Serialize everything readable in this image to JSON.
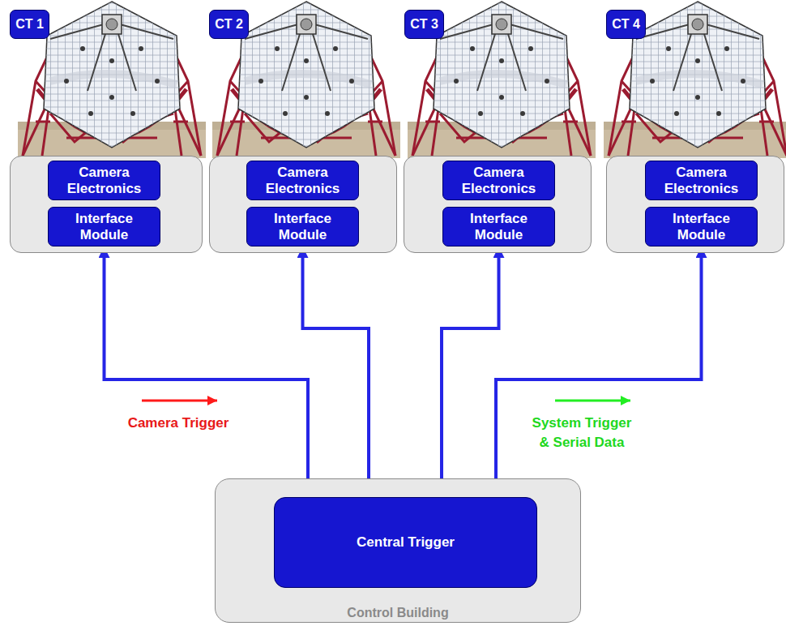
{
  "diagram": {
    "nodes": [
      {
        "text": [
          "CT 1"
        ]
      },
      {
        "text": []
      },
      {
        "text": [
          "Camera Electronics"
        ],
        "in": 1
      },
      {
        "text": [
          "Interface Module"
        ],
        "in": 1
      },
      {
        "text": [
          "CT 2"
        ]
      },
      {
        "text": []
      },
      {
        "text": [
          "Camera Electronics"
        ],
        "in": 5
      },
      {
        "text": [
          "Interface Module"
        ],
        "in": 5
      },
      {
        "text": [
          "CT 3"
        ]
      },
      {
        "text": []
      },
      {
        "text": [
          "Camera Electronics"
        ],
        "in": 9
      },
      {
        "text": [
          "Interface Module"
        ],
        "in": 9
      },
      {
        "text": [
          "CT 4"
        ]
      },
      {
        "text": []
      },
      {
        "text": [
          "Camera Electronics"
        ],
        "in": 13
      },
      {
        "text": [
          "Interface Module"
        ],
        "in": 13
      },
      {
        "text": [
          "Control Building"
        ]
      },
      {
        "text": [
          "Central Trigger"
        ],
        "in": 16
      }
    ],
    "edges": [
      {
        "from": 3,
        "to": 17,
        "arrow": "both"
      },
      {
        "from": 7,
        "to": 17,
        "arrow": "both"
      },
      {
        "from": 11,
        "to": 17,
        "arrow": "both"
      },
      {
        "from": 15,
        "to": 17,
        "arrow": "both"
      }
    ],
    "legend": [
      {
        "text": "Camera Trigger"
      },
      {
        "text": "System Trigger & Serial Data"
      }
    ]
  }
}
